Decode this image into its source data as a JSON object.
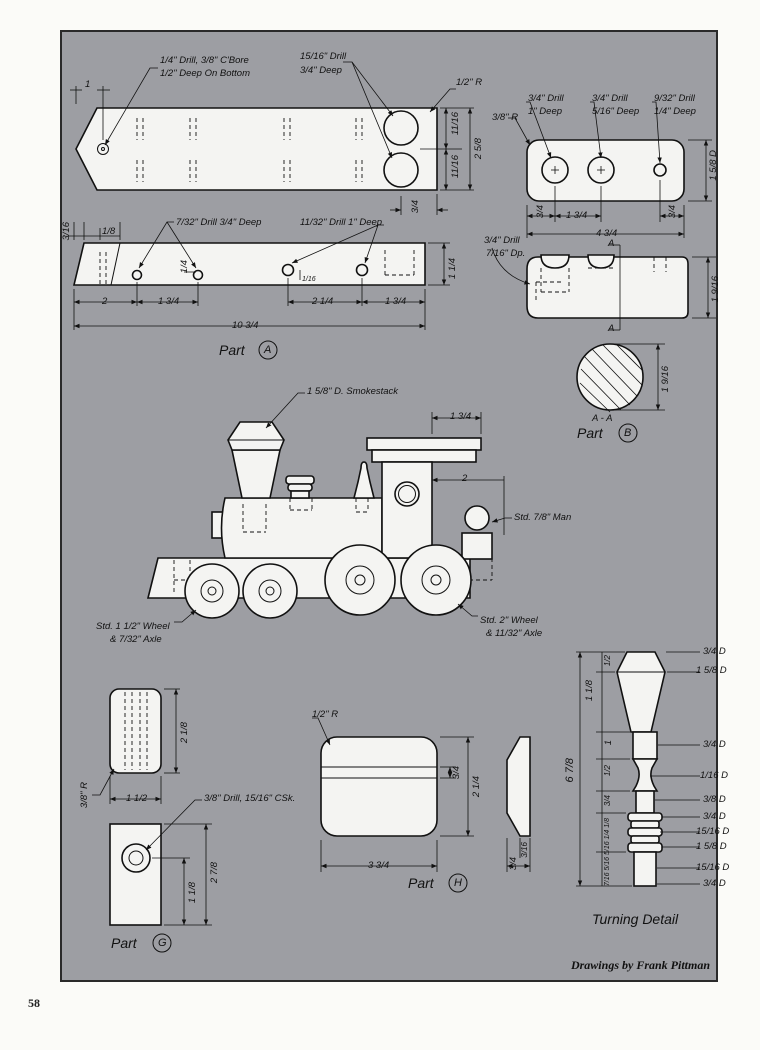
{
  "labels": {
    "part_a_counterbore_1": "1/4\" Drill, 3/8\" C'Bore",
    "part_a_counterbore_2": "1/2\" Deep On Bottom",
    "part_a_drill_1": "15/16\" Drill",
    "part_a_drill_2": "3/4\" Deep",
    "part_a_radius": "1/2\" R",
    "part_a_small_drill": "7/32\" Drill 3/4\" Deep",
    "part_a_axle_drill": "11/32\" Drill 1\" Deep",
    "part_a_title": "Part",
    "part_a_letter": "A",
    "part_b_r": "3/8\" R",
    "part_b_drill_a1": "3/4\" Drill",
    "part_b_drill_a2": "1\" Deep",
    "part_b_drill_b1": "3/4\" Drill",
    "part_b_drill_b2": "5/16\" Deep",
    "part_b_drill_c1": "9/32\" Drill",
    "part_b_drill_c2": "1/4\" Deep",
    "part_b_side_drill_1": "3/4\" Drill",
    "part_b_side_drill_2": "7/16\" Dp.",
    "part_b_section_marker": "A",
    "part_b_section": "A - A",
    "part_b_title": "Part",
    "part_b_letter": "B",
    "smokestack": "1 5/8\" D. Smokestack",
    "std_man": "Std. 7/8\" Man",
    "wheel_small_1": "Std. 1 1/2\" Wheel",
    "wheel_small_2": "& 7/32\" Axle",
    "wheel_large_1": "Std. 2\" Wheel",
    "wheel_large_2": "& 11/32\" Axle",
    "part_g_drill": "3/8\" Drill, 15/16\" CSk.",
    "part_g_r": "3/8\" R",
    "part_g_title": "Part",
    "part_g_letter": "G",
    "part_h_r": "1/2\" R",
    "part_h_title": "Part",
    "part_h_letter": "H",
    "turning_title": "Turning Detail"
  },
  "dimensions": {
    "a_1": "1",
    "a_3_16": "3/16",
    "a_1_8": "1/8",
    "a_2": "2",
    "a_1_3_4": "1 3/4",
    "a_1_4": "1/4",
    "a_1_16": "1/16",
    "a_2_1_4": "2 1/4",
    "a_1_3_4_b": "1 3/4",
    "a_10_3_4": "10 3/4",
    "a_1_1_4": "1 1/4",
    "a_11_16_top": "11/16",
    "a_11_16_bottom": "11/16",
    "a_2_5_8": "2 5/8",
    "a_3_4": "3/4",
    "b_3_4_left": "3/4",
    "b_1_3_4": "1 3/4",
    "b_3_4_right": "3/4",
    "b_4_3_4": "4 3/4",
    "b_1_5_8_d": "1 5/8 D",
    "b_1_9_16": "1 9/16",
    "b_1_9_16_sect": "1 9/16",
    "loco_1_3_4": "1 3/4",
    "loco_2": "2",
    "g_2_1_8": "2 1/8",
    "g_1_1_2": "1 1/2",
    "g_2_7_8": "2 7/8",
    "g_1_1_8": "1 1/8",
    "h_3_4": "3/4",
    "h_2_1_4": "2 1/4",
    "h_3_3_4": "3 3/4",
    "h_3_4_b": "3/4",
    "h_3_16": "3/16",
    "t_total": "6 7/8",
    "t_1_1_8": "1 1/8",
    "t_1_2_a": "1/2",
    "t_1": "1",
    "t_1_2_b": "1/2",
    "t_3_4": "3/4",
    "t_small_stack": "7/16 5/16 5/16 1/4 1/8",
    "t_d_3_4_top": "3/4 D",
    "t_d_1_5_8": "1 5/8 D",
    "t_d_3_4_mid": "3/4 D",
    "t_d_1_16": "1/16 D",
    "t_d_3_8": "3/8 D",
    "t_d_3_4_low": "3/4 D",
    "t_d_15_16": "15/16 D",
    "t_d_1_5_8_b": "1 5/8 D",
    "t_d_15_16_b": "15/16 D",
    "t_d_3_4_bottom": "3/4 D"
  },
  "footer": {
    "credit": "Drawings by Frank Pittman",
    "page_number": "58"
  },
  "colors": {
    "sheet": "#9d9ea3",
    "paper": "#fbfbf8",
    "part_fill": "#f4f4f2",
    "ink": "#111111"
  }
}
